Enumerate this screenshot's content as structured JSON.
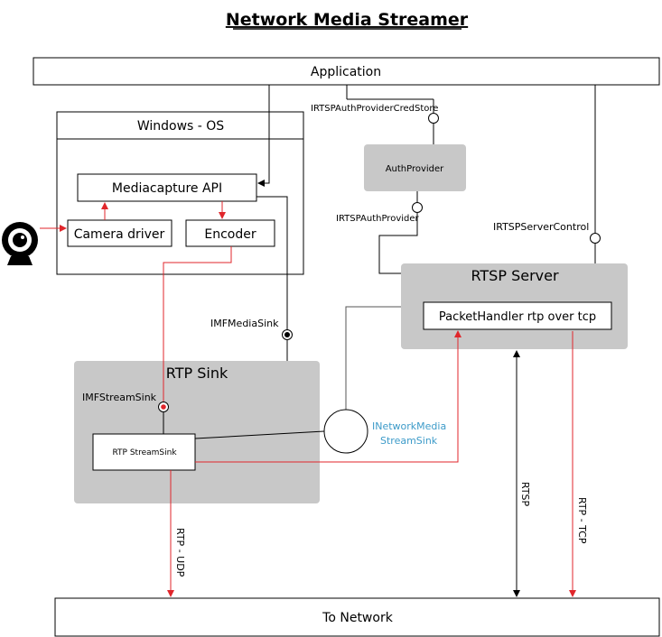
{
  "title": "Network Media Streamer",
  "boxes": {
    "application": "Application",
    "windows_os": "Windows - OS",
    "mediacapture": "Mediacapture API",
    "camera_driver": "Camera driver",
    "encoder": "Encoder",
    "auth_provider": "AuthProvider",
    "rtsp_server": "RTSP Server",
    "packet_handler": "PacketHandler rtp over tcp",
    "rtp_sink": "RTP Sink",
    "rtp_streamsink": "RTP StreamSink",
    "to_network": "To Network"
  },
  "interfaces": {
    "cred_store": "IRTSPAuthProviderCredStore",
    "auth_provider": "IRTSPAuthProvider",
    "server_control": "IRTSPServerControl",
    "mf_media_sink": "IMFMediaSink",
    "mf_stream_sink": "IMFStreamSink",
    "network_media_line1": "INetworkMedia",
    "network_media_line2": "StreamSink"
  },
  "links": {
    "rtp_udp": "RTP - UDP",
    "rtsp": "RTSP",
    "rtp_tcp": "RTP - TCP"
  },
  "colors": {
    "red": "#e0262b",
    "gray_box": "#c8c8c8",
    "blue_text": "#3d9bc9",
    "line": "#000000"
  },
  "icons": {
    "camera": "webcam-icon"
  }
}
